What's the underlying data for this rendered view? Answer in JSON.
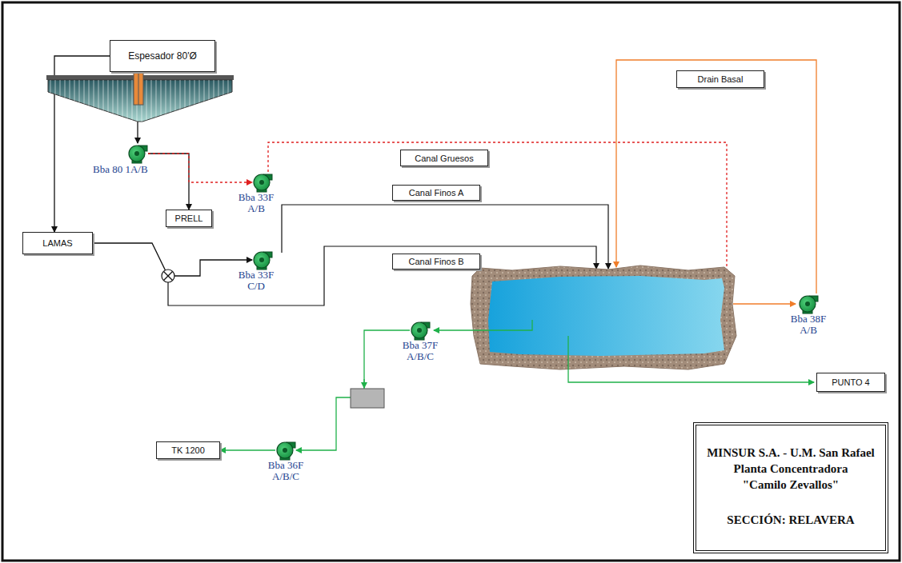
{
  "diagram": {
    "nodes": [
      {
        "text": [
          "Espesador 80'Ø"
        ]
      },
      {
        "text": [
          "Bba 80 1A/B"
        ]
      },
      {
        "text": [
          "PRELL"
        ]
      },
      {
        "text": [
          "Canal Gruesos"
        ]
      },
      {
        "text": [
          "Bba 33F A/B"
        ]
      },
      {
        "text": [
          "Canal Finos A"
        ]
      },
      {
        "text": [
          "Drain Basal"
        ]
      },
      {
        "text": [
          "Canal Finos B"
        ]
      },
      {
        "text": [
          "LAMAS"
        ]
      },
      {
        "text": [
          "Bba 33F C/D"
        ]
      },
      {
        "text": [
          "Bba 38F A/B"
        ]
      },
      {
        "text": [
          "Bba 37F A/B/C"
        ]
      },
      {
        "text": [
          "PUNTO 4"
        ]
      },
      {
        "text": [
          "TK 1200"
        ]
      },
      {
        "text": [
          "Bba 36F A/B/C"
        ]
      },
      {
        "text": [
          "MINSUR S.A. - U.M. San Rafael",
          "Planta Concentradora",
          "\"Camilo Zevallos\"",
          "SECCIÓN: RELAVERA"
        ]
      }
    ],
    "edges": [
      {
        "from": 0,
        "to": 1,
        "arrow": "to"
      },
      {
        "from": 0,
        "to": 8,
        "arrow": "to"
      },
      {
        "from": 1,
        "to": 2,
        "arrow": "to"
      },
      {
        "from": 1,
        "to": 4,
        "arrow": "to"
      },
      {
        "from": 8,
        "to": 9,
        "arrow": "to"
      },
      {
        "from": 11,
        "to": 14,
        "arrow": "to"
      },
      {
        "from": 14,
        "to": 13,
        "arrow": "to"
      }
    ]
  }
}
